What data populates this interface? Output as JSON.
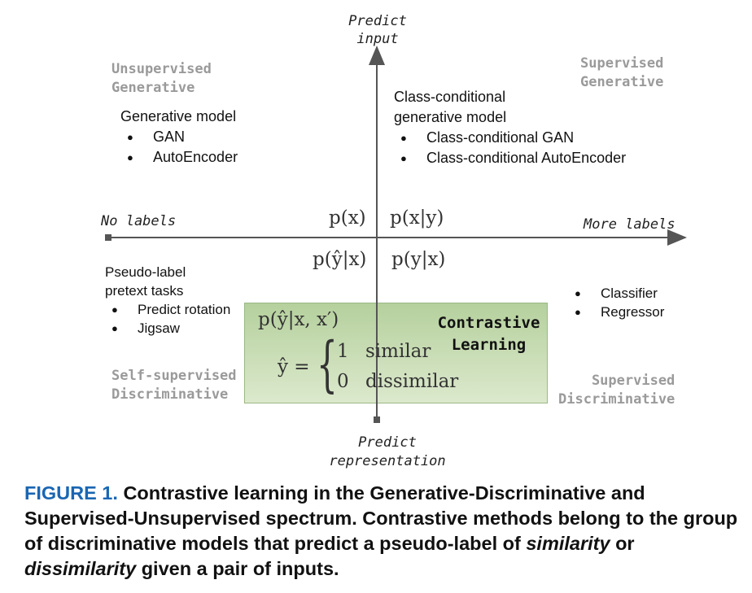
{
  "axes": {
    "top_line1": "Predict",
    "top_line2": "input",
    "bottom_line1": "Predict",
    "bottom_line2": "representation",
    "left": "No labels",
    "right": "More labels"
  },
  "quadrants": {
    "top_left": {
      "line1": "Unsupervised",
      "line2": "Generative"
    },
    "top_right": {
      "line1": "Supervised",
      "line2": "Generative"
    },
    "bottom_left": {
      "line1": "Self-supervised",
      "line2": "Discriminative"
    },
    "bottom_right": {
      "line1": "Supervised",
      "line2": "Discriminative"
    }
  },
  "generative_model": {
    "title": "Generative model",
    "items": [
      "GAN",
      "AutoEncoder"
    ]
  },
  "class_conditional": {
    "title_line1": "Class-conditional",
    "title_line2": "generative model",
    "items": [
      "Class-conditional GAN",
      "Class-conditional AutoEncoder"
    ]
  },
  "pseudo_label": {
    "title_line1": "Pseudo-label",
    "title_line2": "pretext tasks",
    "items": [
      "Predict rotation",
      "Jigsaw"
    ]
  },
  "supervised_discriminative": {
    "items": [
      "Classifier",
      "Regressor"
    ]
  },
  "formulas": {
    "px": "p(x)",
    "pxy": "p(x|y)",
    "pyhatx": "p(ŷ|x)",
    "pyx": "p(y|x)",
    "pyhatxx": "p(ŷ|x, x′)",
    "yhat_eq": "ŷ =",
    "case1_val": "1",
    "case1_label": "similar",
    "case0_val": "0",
    "case0_label": "dissimilar"
  },
  "contrastive": {
    "line1": "Contrastive",
    "line2": "Learning"
  },
  "caption": {
    "label": "FIGURE 1.",
    "text": "Contrastive learning in the Generative-Discriminative and Supervised-Unsupervised spectrum. Contrastive methods belong to the group of discriminative models that predict a pseudo-label of",
    "italic1": "similarity",
    "connector": "or",
    "italic2": "dissimilarity",
    "text_end": "given a pair of inputs."
  },
  "colors": {
    "box_top": "#b5d09d",
    "box_bottom": "#dce9cd",
    "caption_label": "#1a66b3",
    "quadrant_label": "#9a9a9a"
  }
}
